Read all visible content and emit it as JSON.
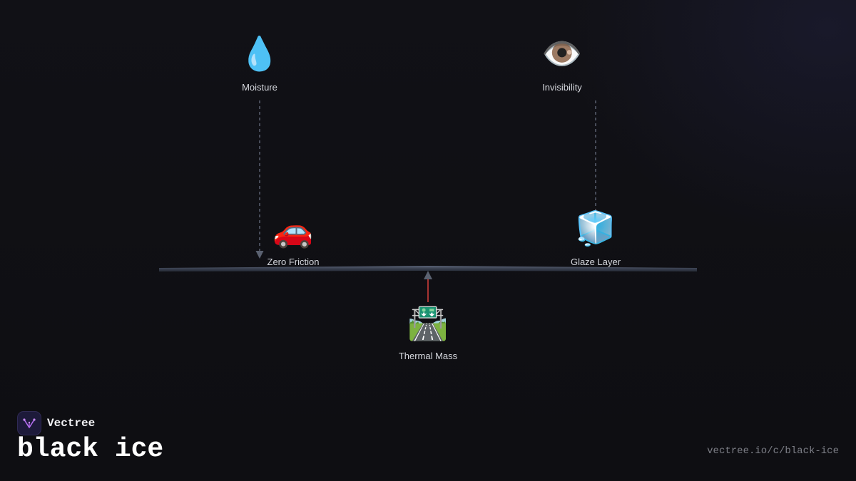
{
  "diagram": {
    "nodes": [
      {
        "id": "moisture",
        "icon": "💧",
        "icon_name": "water-droplet-icon",
        "label": "Moisture"
      },
      {
        "id": "invisibility",
        "icon": "👁️",
        "icon_name": "eye-icon",
        "label": "Invisibility"
      },
      {
        "id": "zero_friction",
        "icon": "🚗",
        "icon_name": "car-icon",
        "label": "Zero Friction"
      },
      {
        "id": "glaze_layer",
        "icon": "🧊",
        "icon_name": "ice-cube-icon",
        "label": "Glaze Layer"
      },
      {
        "id": "thermal_mass",
        "icon": "🛣️",
        "icon_name": "motorway-icon",
        "label": "Thermal Mass"
      }
    ],
    "edges": [
      {
        "from": "moisture",
        "to": "road_line",
        "style": "dashed",
        "color": "#5a6170",
        "arrow": true
      },
      {
        "from": "invisibility",
        "to": "glaze_layer",
        "style": "dashed",
        "color": "#5a6170",
        "arrow": false
      },
      {
        "from": "thermal_mass",
        "to": "road_line",
        "style": "solid",
        "color": "#d9413b",
        "arrow": true
      }
    ],
    "colors": {
      "road_line": "#3a4254",
      "arrow_head": "#5a6170",
      "accent_red": "#d9413b"
    }
  },
  "brand": {
    "name": "Vectree",
    "logo_icon": "vectree-logo-icon"
  },
  "title": "black ice",
  "url": "vectree.io/c/black-ice"
}
